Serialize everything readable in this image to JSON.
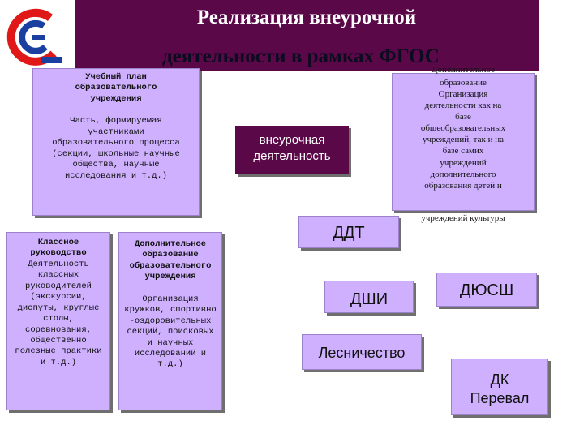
{
  "title": {
    "line1": "Реализация внеурочной",
    "line2": "деятельности в рамках ФГОС"
  },
  "curriculum_box": {
    "heading_line1": "Учебный план",
    "heading_line2": "образовательного",
    "heading_line3": "учреждения",
    "body_line1": "Часть, формируемая",
    "body_line2": "участниками",
    "body_line3": "образовательного процесса",
    "body_line4": "(секции, школьные научные",
    "body_line5": "общества, научные",
    "body_line6": "исследования и т.д.)"
  },
  "center_box": {
    "line1": "внеурочная",
    "line2": "деятельность"
  },
  "additional_ed_box": {
    "line0": "Дополнительное",
    "line1": "образование",
    "line2": "Организация",
    "line3": "деятельности как на",
    "line4": "базе",
    "line5": "общеобразовательных",
    "line6": "учреждений, так и на",
    "line7": "базе самих",
    "line8": "учреждений",
    "line9": "дополнительного",
    "line10": "образования детей и",
    "line11": "учреждений культуры"
  },
  "class_box": {
    "heading_line1": "Классное",
    "heading_line2": "руководство",
    "body_line1": "Деятельность",
    "body_line2": "классных",
    "body_line3": "руководителей",
    "body_line4": "(экскурсии,",
    "body_line5": "диспуты, круглые",
    "body_line6": "столы,",
    "body_line7": "соревнования,",
    "body_line8": "общественно",
    "body_line9": "полезные практики",
    "body_line10": "и т.д.)"
  },
  "school_additional_box": {
    "heading_line1": "Дополнительное",
    "heading_line2": "образование",
    "heading_line3": "образовательного",
    "heading_line4": "учреждения",
    "body_line1": "Организация",
    "body_line2": "кружков, спортивно",
    "body_line3": "-оздоровительных",
    "body_line4": "секций, поисковых",
    "body_line5": "и научных",
    "body_line6": "исследований и т.д.)"
  },
  "institutions": {
    "ddt": "ДДТ",
    "dshi": "ДШИ",
    "dyush": "ДЮСШ",
    "forestry": "Лесничество",
    "dk_line1": "ДК",
    "dk_line2": "Перевал"
  },
  "colors": {
    "header_bg": "#5a0848",
    "box_fill": "#cfb0ff",
    "arrow": "#ffffff",
    "logo_red": "#e01818",
    "logo_blue": "#1a3fa0"
  }
}
